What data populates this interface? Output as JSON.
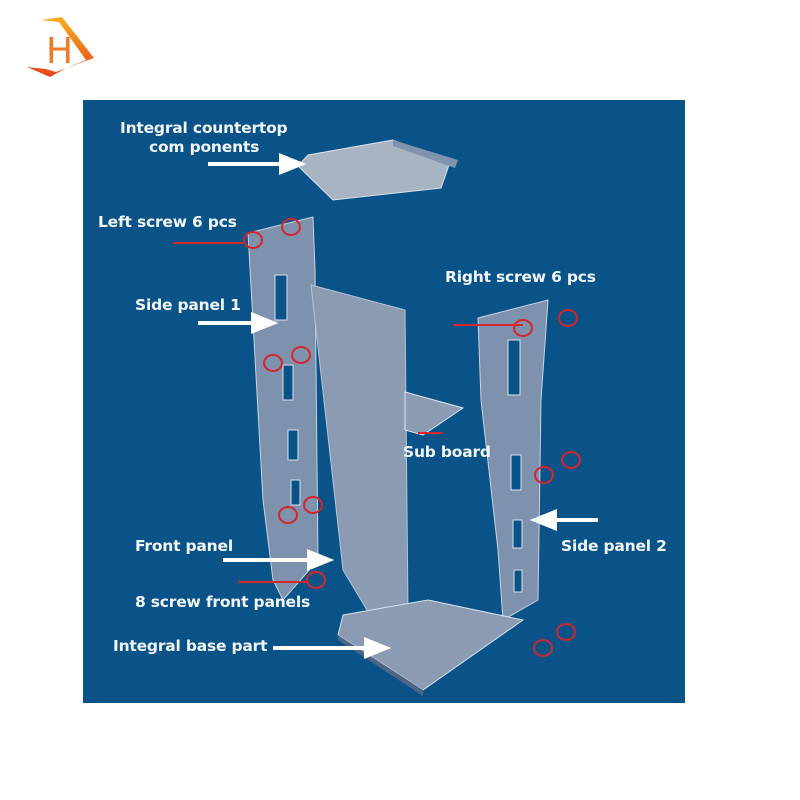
{
  "logo": {
    "letter": "H",
    "colors": {
      "top": "#f6b21c",
      "bottom": "#e8421a"
    }
  },
  "diagram": {
    "background": "#0a5389",
    "part_color": "#8a9bb3",
    "marker_color": "#d4262b",
    "labels": {
      "countertop_line1": "Integral countertop",
      "countertop_line2": "com ponents",
      "left_screw": "Left screw 6 pcs",
      "side_panel_1": "Side panel 1",
      "right_screw": "Right screw 6 pcs",
      "sub_board": "Sub board",
      "front_panel": "Front panel",
      "side_panel_2": "Side panel 2",
      "front_screws": "8 screw front panels",
      "base": "Integral base part"
    }
  }
}
